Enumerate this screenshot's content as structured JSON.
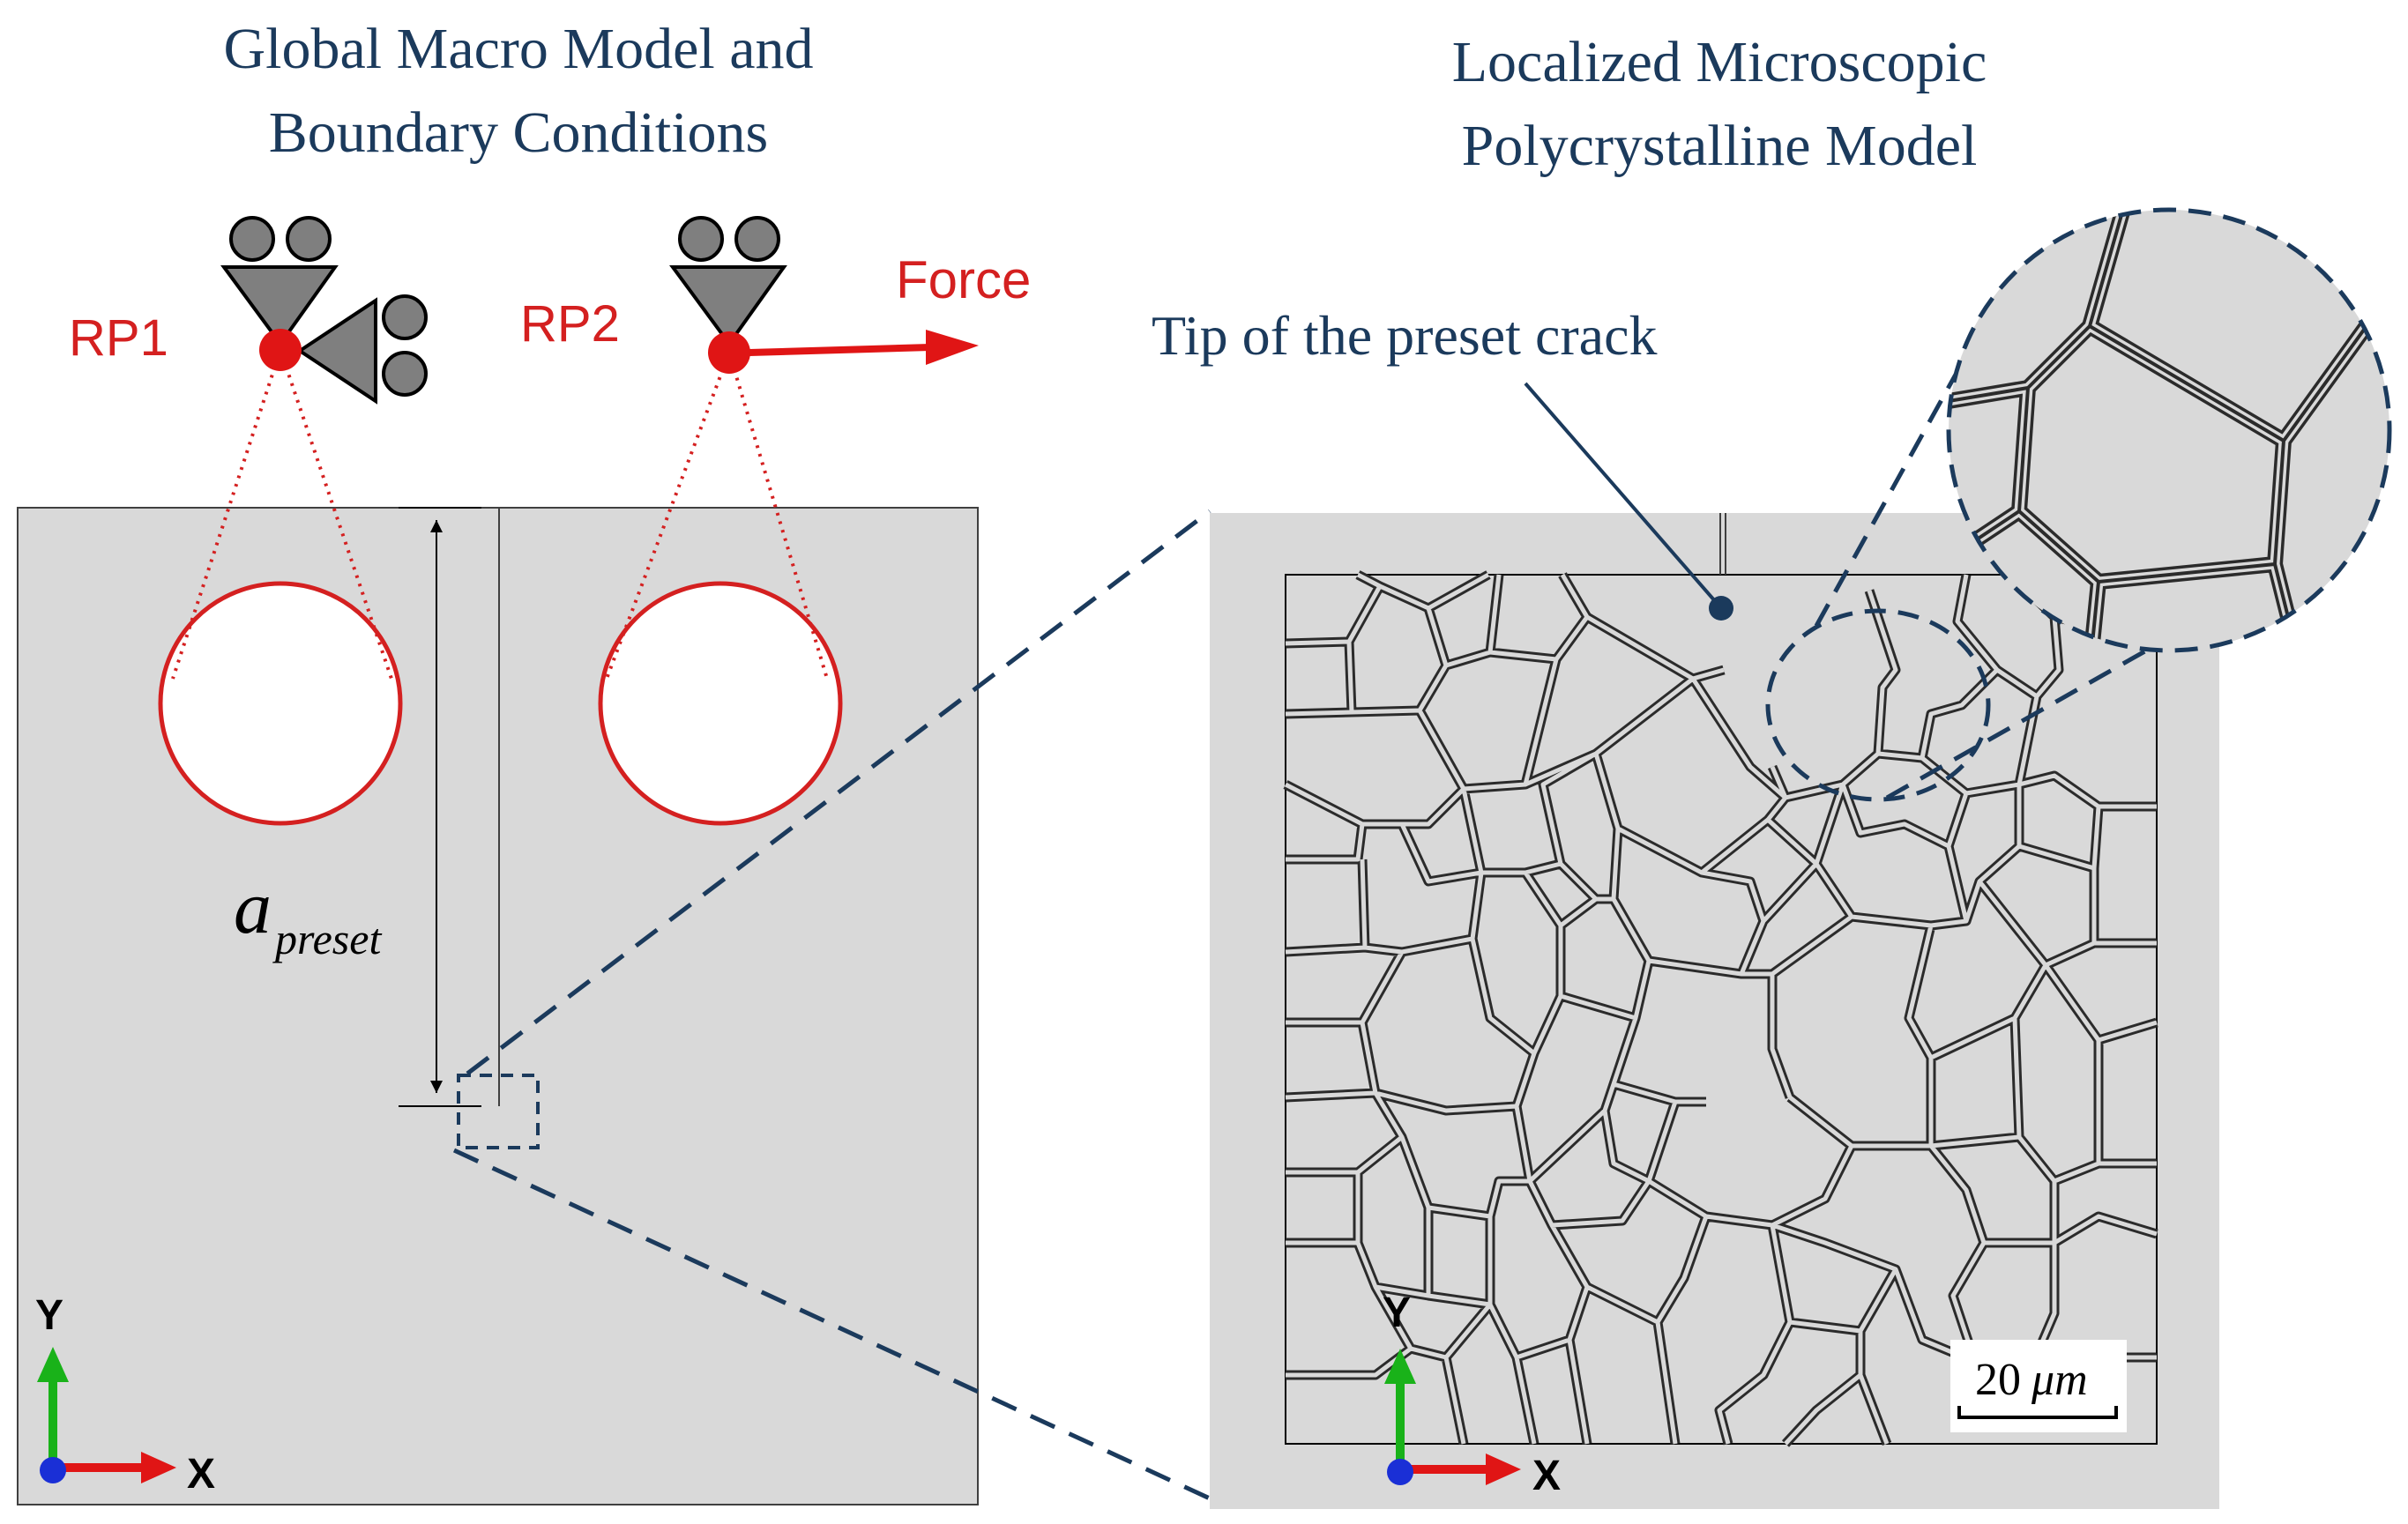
{
  "colors": {
    "navy": "#1b3a5c",
    "red": "#d42020",
    "gray_fill": "#d9d9d9",
    "support_gray": "#7f7f7f",
    "axis_green": "#19b219",
    "axis_red": "#e01515",
    "axis_blue": "#1a2fd6"
  },
  "left_panel": {
    "title_line1": "Global Macro Model and",
    "title_line2": "Boundary Conditions",
    "rp1_label": "RP1",
    "rp2_label": "RP2",
    "force_label": "Force",
    "crack_length_symbol": "a",
    "crack_length_subscript": "preset",
    "axes": {
      "y_label": "Y",
      "x_label": "X"
    }
  },
  "right_panel": {
    "title_line1": "Localized Microscopic",
    "title_line2": "Polycrystalline Model",
    "tip_label": "Tip of the preset crack",
    "scale_bar_value": "20",
    "scale_bar_unit": "μm",
    "axes": {
      "y_label": "Y",
      "x_label": "X"
    }
  }
}
